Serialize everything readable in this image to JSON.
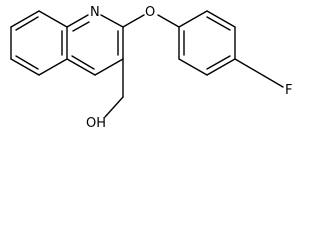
{
  "molecule": {
    "atoms": {
      "nitrogen": "N",
      "ether_oxygen": "O",
      "fluorine": "F",
      "hydroxyl": "OH"
    }
  }
}
